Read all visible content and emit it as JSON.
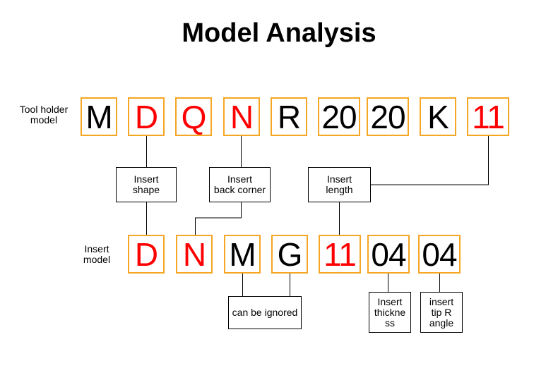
{
  "title": "Model Analysis",
  "colors": {
    "border": "#f5a623",
    "highlight": "#ff0000",
    "normal": "#000000"
  },
  "labels": {
    "tool_holder": "Tool holder\nmodel",
    "insert": "Insert\nmodel"
  },
  "tool_holder_codes": [
    {
      "text": "M",
      "color": "#000000"
    },
    {
      "text": "D",
      "color": "#ff0000"
    },
    {
      "text": "Q",
      "color": "#ff0000"
    },
    {
      "text": "N",
      "color": "#ff0000"
    },
    {
      "text": "R",
      "color": "#000000"
    },
    {
      "text": "20",
      "color": "#000000"
    },
    {
      "text": "20",
      "color": "#000000"
    },
    {
      "text": "K",
      "color": "#000000"
    },
    {
      "text": "11",
      "color": "#ff0000"
    }
  ],
  "insert_codes": [
    {
      "text": "D",
      "color": "#ff0000"
    },
    {
      "text": "N",
      "color": "#ff0000"
    },
    {
      "text": "M",
      "color": "#000000"
    },
    {
      "text": "G",
      "color": "#000000"
    },
    {
      "text": "11",
      "color": "#ff0000"
    },
    {
      "text": "04",
      "color": "#000000"
    },
    {
      "text": "04",
      "color": "#000000"
    }
  ],
  "notes": {
    "insert_shape": "Insert\nshape",
    "back_corner": "Insert\nback corner",
    "insert_length": "Insert\nlength",
    "can_be_ignored": "can be ignored",
    "thickness": "Insert\nthickne\nss",
    "tip_angle": "insert\ntip R\nangle"
  }
}
